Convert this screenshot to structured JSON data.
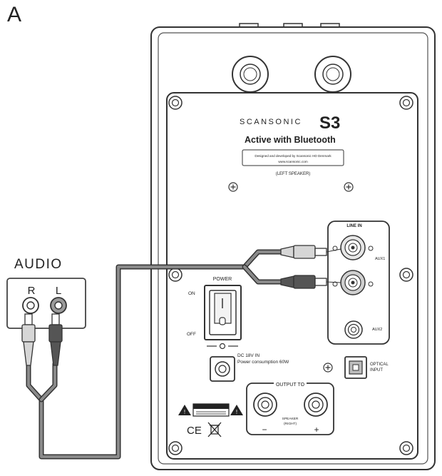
{
  "figure_label": "A",
  "source": {
    "title": "AUDIO",
    "right_label": "R",
    "left_label": "L"
  },
  "speaker": {
    "brand": "SCANSONIC",
    "model": "S3",
    "subtitle": "Active with Bluetooth",
    "design_note": "Designed and developed by Scansonic HD Denmark",
    "website": "www.scansonic.com",
    "side": "(LEFT SPEAKER)",
    "line_in": "LINE IN",
    "aux1": "AUX1",
    "aux2": "AUX2",
    "power": "POWER",
    "on": "ON",
    "off": "OFF",
    "dc_in": "DC 18V IN",
    "consumption": "Power consumption 60W",
    "optical_line1": "OPTICAL",
    "optical_line2": "INPUT",
    "output_to": "OUTPUT TO",
    "output_speaker": "SPEAKER",
    "output_side": "(RIGHT)",
    "minus": "−",
    "plus": "+",
    "caution": "CAUTION",
    "marks": "CE"
  },
  "colors": {
    "cable": "#8a8a8a",
    "plug_white": "#d6d6d6",
    "plug_red": "#555555",
    "outline": "#333333"
  }
}
